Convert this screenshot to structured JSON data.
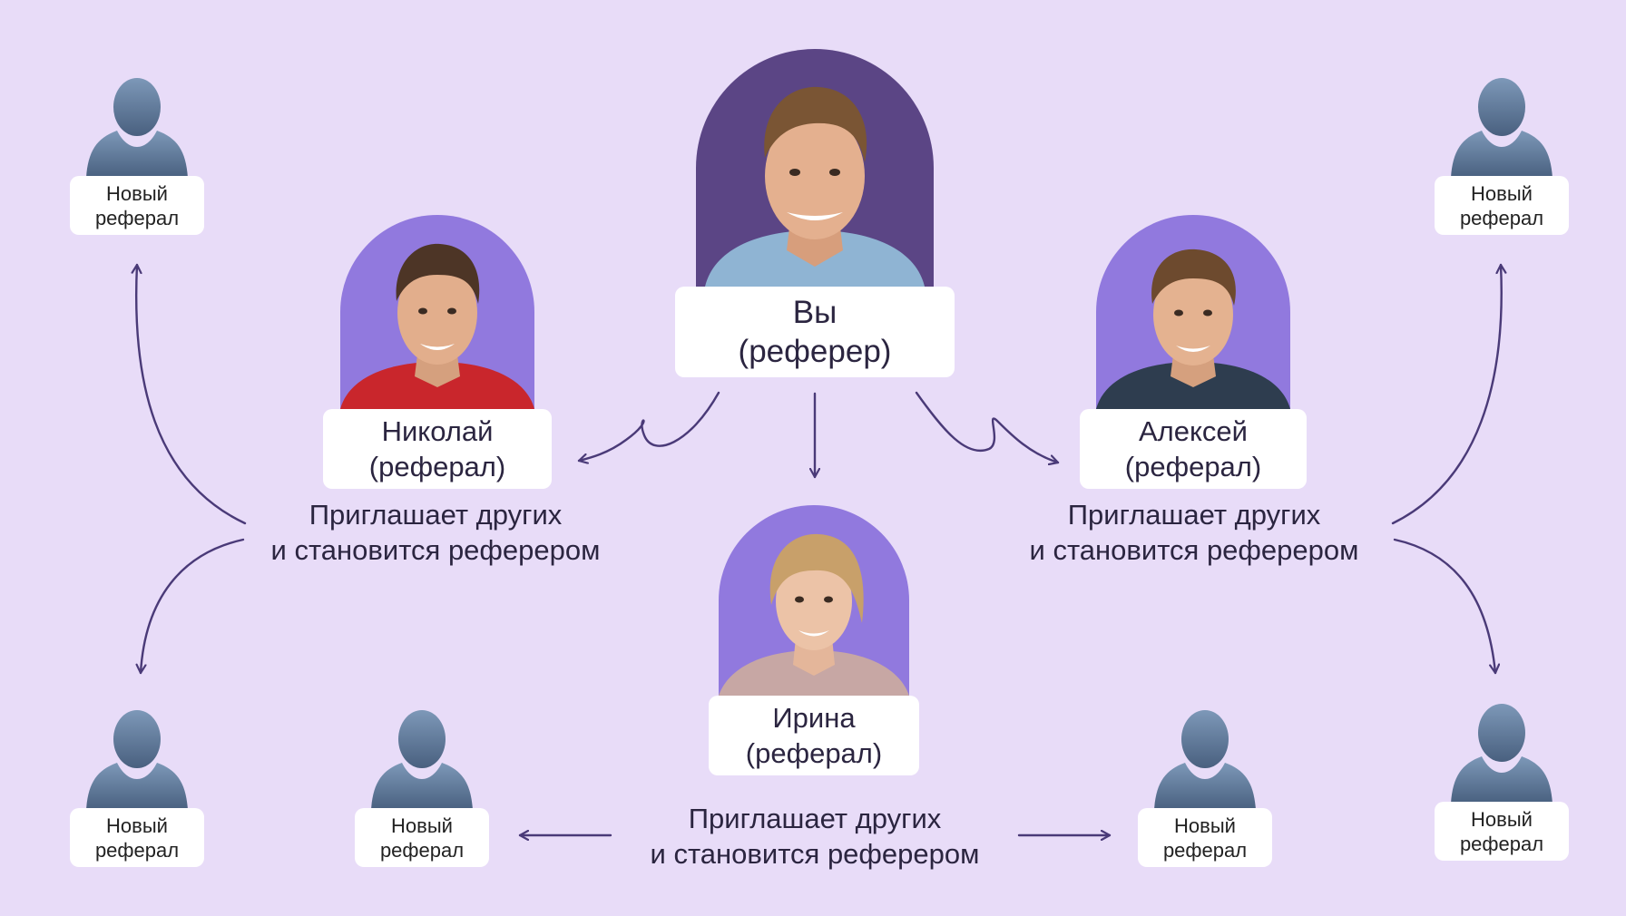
{
  "colors": {
    "background": "#e8dcf8",
    "arch_dark": "#5b4585",
    "arch_light": "#9179de",
    "arrow": "#4a3a78",
    "user_icon_top": "#7d98b8",
    "user_icon_bottom": "#49607f"
  },
  "referrer": {
    "name": "Вы",
    "role": "(реферер)"
  },
  "referrals": [
    {
      "name": "Николай",
      "role": "(реферал)"
    },
    {
      "name": "Алексей",
      "role": "(реферал)"
    },
    {
      "name": "Ирина",
      "role": "(реферал)"
    }
  ],
  "captions": [
    {
      "line1": "Приглашает других",
      "line2": "и становится реферером"
    },
    {
      "line1": "Приглашает других",
      "line2": "и становится реферером"
    },
    {
      "line1": "Приглашает других",
      "line2": "и становится реферером"
    }
  ],
  "new_referral": {
    "line1": "Новый",
    "line2": "реферал"
  },
  "icons": {
    "person": "person-silhouette-icon",
    "photo": "portrait-photo"
  }
}
